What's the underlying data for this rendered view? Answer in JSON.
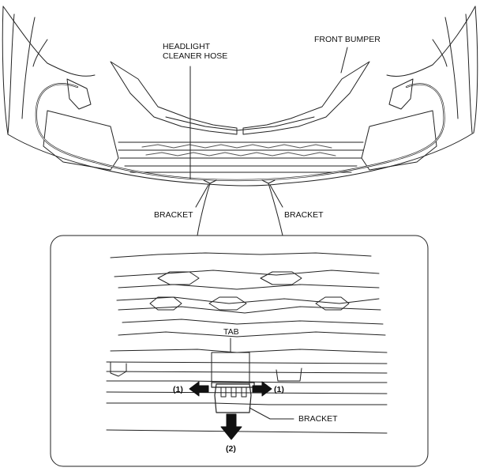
{
  "labels": {
    "headlight_cleaner_hose": [
      "HEADLIGHT",
      "CLEANER HOSE"
    ],
    "front_bumper": "FRONT BUMPER",
    "bracket_left": "BRACKET",
    "bracket_right": "BRACKET",
    "tab": "TAB",
    "detail_bracket": "BRACKET",
    "arrow_left_step": "(1)",
    "arrow_right_step": "(1)",
    "arrow_down_step": "(2)"
  },
  "colors": {
    "line": "#222222",
    "light_line": "#666666",
    "arrow_fill": "#111111",
    "background": "#ffffff"
  }
}
